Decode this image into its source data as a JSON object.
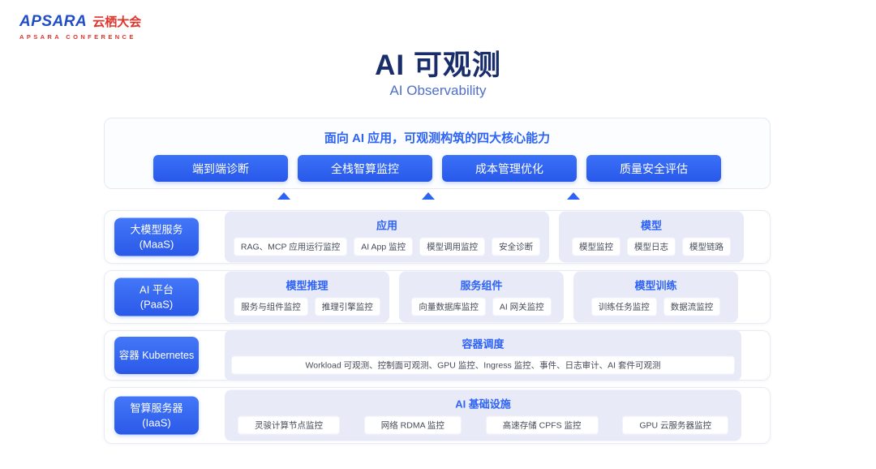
{
  "logo": {
    "brand": "APSARA",
    "brand_cn": "云栖大会",
    "subtitle": "APSARA CONFERENCE"
  },
  "header": {
    "title": "AI 可观测",
    "subtitle": "AI Observability"
  },
  "capabilities": {
    "title": "面向 AI 应用，可观测构筑的四大核心能力",
    "buttons": [
      "端到端诊断",
      "全栈智算监控",
      "成本管理优化",
      "质量安全评估"
    ]
  },
  "layers": [
    {
      "label": "大模型服务",
      "sublabel": "(MaaS)",
      "panels": [
        {
          "title": "应用",
          "chips": [
            "RAG、MCP 应用运行监控",
            "AI App 监控",
            "模型调用监控",
            "安全诊断"
          ]
        },
        {
          "title": "模型",
          "chips": [
            "模型监控",
            "模型日志",
            "模型链路"
          ]
        }
      ]
    },
    {
      "label": "AI 平台",
      "sublabel": "(PaaS)",
      "panels": [
        {
          "title": "模型推理",
          "chips": [
            "服务与组件监控",
            "推理引擎监控"
          ]
        },
        {
          "title": "服务组件",
          "chips": [
            "向量数据库监控",
            "AI 网关监控"
          ]
        },
        {
          "title": "模型训练",
          "chips": [
            "训练任务监控",
            "数据流监控"
          ]
        }
      ]
    },
    {
      "label": "容器 Kubernetes",
      "sublabel": "",
      "panels": [
        {
          "title": "容器调度",
          "chips": [
            "Workload 可观测、控制面可观测、GPU 监控、Ingress 监控、事件、日志审计、AI 套件可观测"
          ]
        }
      ]
    },
    {
      "label": "智算服务器",
      "sublabel": "(IaaS)",
      "panels": [
        {
          "title": "AI 基础设施",
          "chips": [
            "灵骏计算节点监控",
            "网络 RDMA 监控",
            "高速存储 CPFS 监控",
            "GPU 云服务器监控"
          ]
        }
      ]
    }
  ],
  "colors": {
    "accent": "#2D63F6",
    "panel": "#E8EAF8",
    "brand_blue": "#1F4DC5",
    "brand_red": "#E0342B"
  }
}
